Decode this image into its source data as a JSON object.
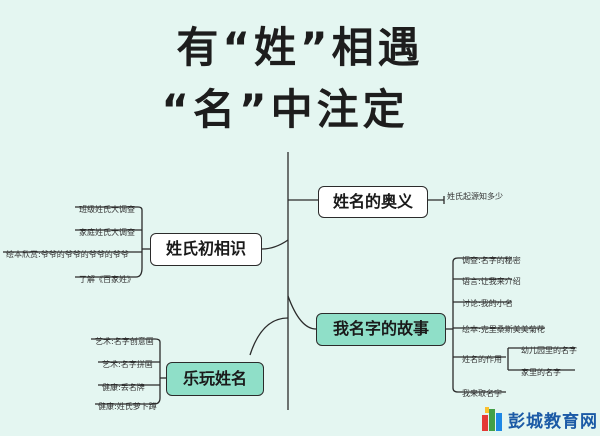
{
  "title": {
    "line1": "有“姓”相遇",
    "line2": "“名”中注定"
  },
  "center": {
    "left_top": {
      "label": "姓名的奥义",
      "items": [
        "姓氏起源知多少"
      ]
    },
    "right_top": {
      "label": "姓氏初相识",
      "items": [
        "班级姓氏大调查",
        "家庭姓氏大调查",
        "绘本欣赏:爷爷的爷爷的爷爷的爷爷",
        "了解《百家姓》"
      ]
    },
    "right_bottom": {
      "label": "我名字的故事",
      "items": [
        "调查:名字的秘密",
        "语言:让我来介绍",
        "讨论:我的小名",
        "绘本:克里桑斯美美菊花",
        "姓名的作用",
        "我来取名字"
      ],
      "sub_items": [
        "幼儿园里的名字",
        "家里的名字"
      ]
    },
    "left_bottom": {
      "label": "乐玩姓名",
      "items": [
        "艺术:名字创意画",
        "艺术:名字拼画",
        "健康:丢名牌",
        "健康:姓氏萝卜蹲"
      ]
    }
  },
  "logo": {
    "text": "彭城教育网"
  },
  "colors": {
    "background": "#e4f6f1",
    "node_green": "#8fdfc8",
    "line": "#2b2b2b"
  }
}
